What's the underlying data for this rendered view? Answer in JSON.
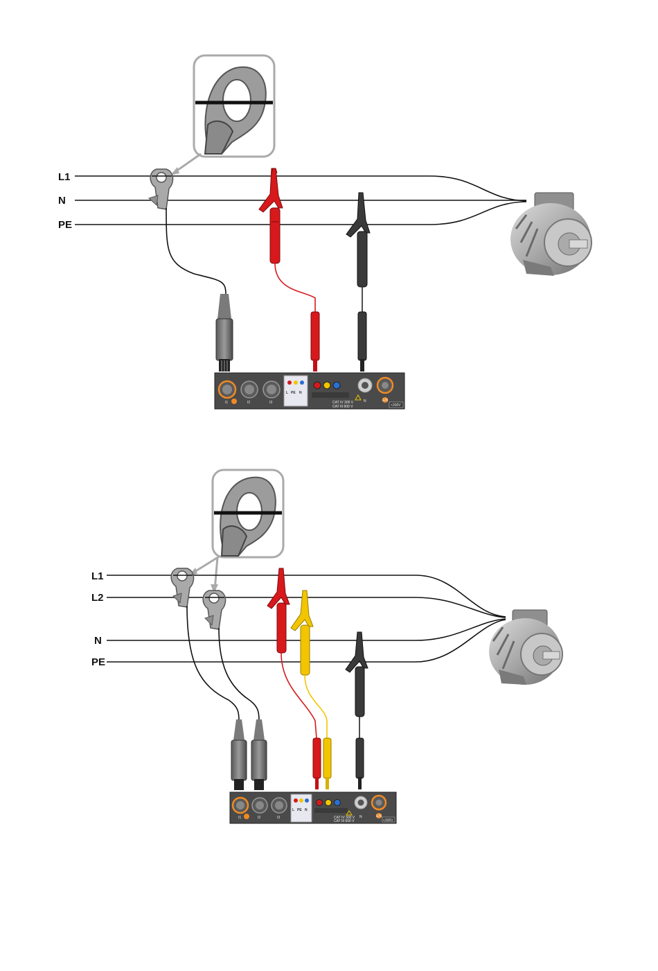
{
  "diagram1": {
    "line_labels": [
      "L1",
      "N",
      "PE"
    ],
    "panel": {
      "socket_labels": [
        "I1",
        "I2",
        "I3"
      ],
      "terminal_labels": [
        "L",
        "PE",
        "N"
      ],
      "cat_text_1": "CAT IV 300 V",
      "cat_text_2": "CAT III 600 V",
      "voltage_text": "<300V",
      "n_label": "N",
      "ein_label": "E/N"
    }
  },
  "diagram2": {
    "line_labels": [
      "L1",
      "L2",
      "N",
      "PE"
    ],
    "panel": {
      "socket_labels": [
        "I1",
        "I2",
        "I3"
      ],
      "terminal_labels": [
        "L",
        "PE",
        "N"
      ],
      "cat_text_1": "CAT IV 300 V",
      "cat_text_2": "CAT III 600 V",
      "voltage_text": "<300V",
      "n_label": "N",
      "ein_label": "E/N"
    }
  },
  "colors": {
    "wire": "#111111",
    "red_lead": "#d7191c",
    "yellow_lead": "#f2c500",
    "black_lead": "#3a3a3a",
    "grey_clamp": "#a9a9a9",
    "orange_accent": "#f08a24",
    "panel": "#4a4a4a"
  }
}
